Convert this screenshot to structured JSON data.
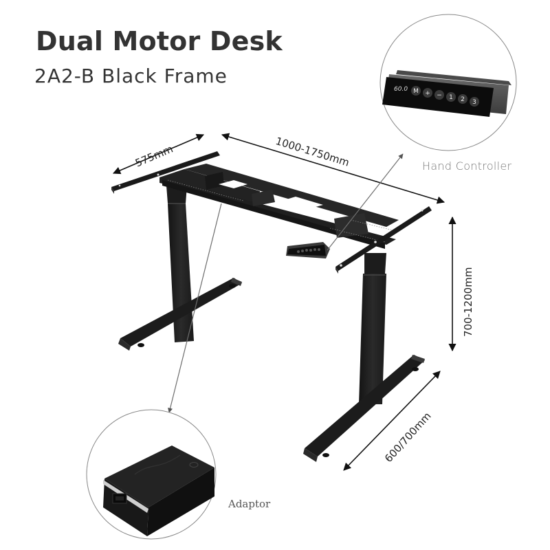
{
  "header": {
    "title": "Dual Motor Desk",
    "subtitle": "2A2-B Black Frame"
  },
  "dimensions": {
    "depth": "575mm",
    "width": "1000-1750mm",
    "height": "700-1200mm",
    "foot_length": "600/700mm"
  },
  "callouts": {
    "hand_controller": {
      "label": "Hand Controller",
      "display": "60.0",
      "buttons": [
        "M",
        "+",
        "−",
        "1",
        "2",
        "3"
      ]
    },
    "adaptor": {
      "label": "Adaptor"
    }
  },
  "colors": {
    "frame": "#1e1e1e",
    "text": "#333333",
    "circle_outline": "#888888",
    "arrow": "#111111",
    "pointer_line": "#6e6e6e"
  }
}
